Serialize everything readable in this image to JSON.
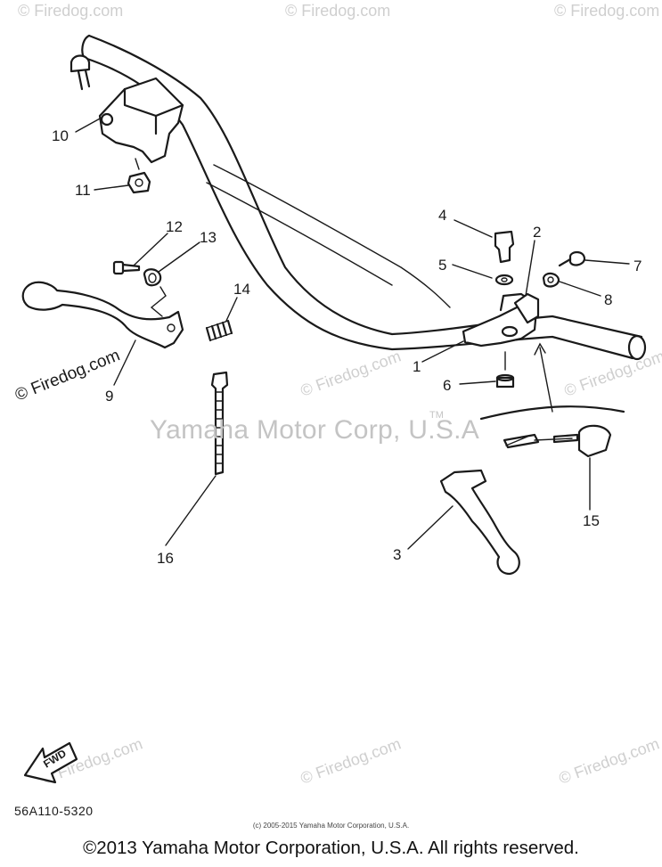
{
  "watermark": {
    "site": "© Firedog.com",
    "center_text": "Yamaha Motor Corp, U.S.A",
    "trademark": "TM"
  },
  "callouts": [
    "1",
    "2",
    "3",
    "4",
    "5",
    "6",
    "7",
    "8",
    "9",
    "10",
    "11",
    "12",
    "13",
    "14",
    "15",
    "16"
  ],
  "fwd_label": "FWD",
  "diagram_code": "56A110-5320",
  "small_copyright": "(c) 2005-2015 Yamaha Motor Corporation, U.S.A.",
  "footer_copyright": "©2013 Yamaha Motor Corporation, U.S.A. All rights reserved."
}
